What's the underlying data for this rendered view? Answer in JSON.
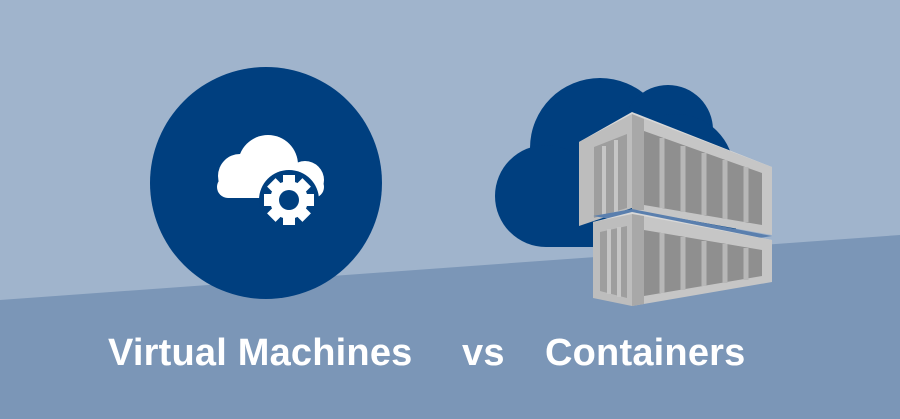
{
  "labels": {
    "left": "Virtual Machines",
    "middle": "vs",
    "right": "Containers"
  },
  "icons": {
    "left": "cloud-gear-icon",
    "right": "cloud-containers-icon"
  },
  "colors": {
    "background_top": "#a0b4cc",
    "background_bottom": "#7b96b7",
    "brand_blue": "#003f7f",
    "container_gray": "#c6c6c6",
    "text": "#ffffff"
  }
}
